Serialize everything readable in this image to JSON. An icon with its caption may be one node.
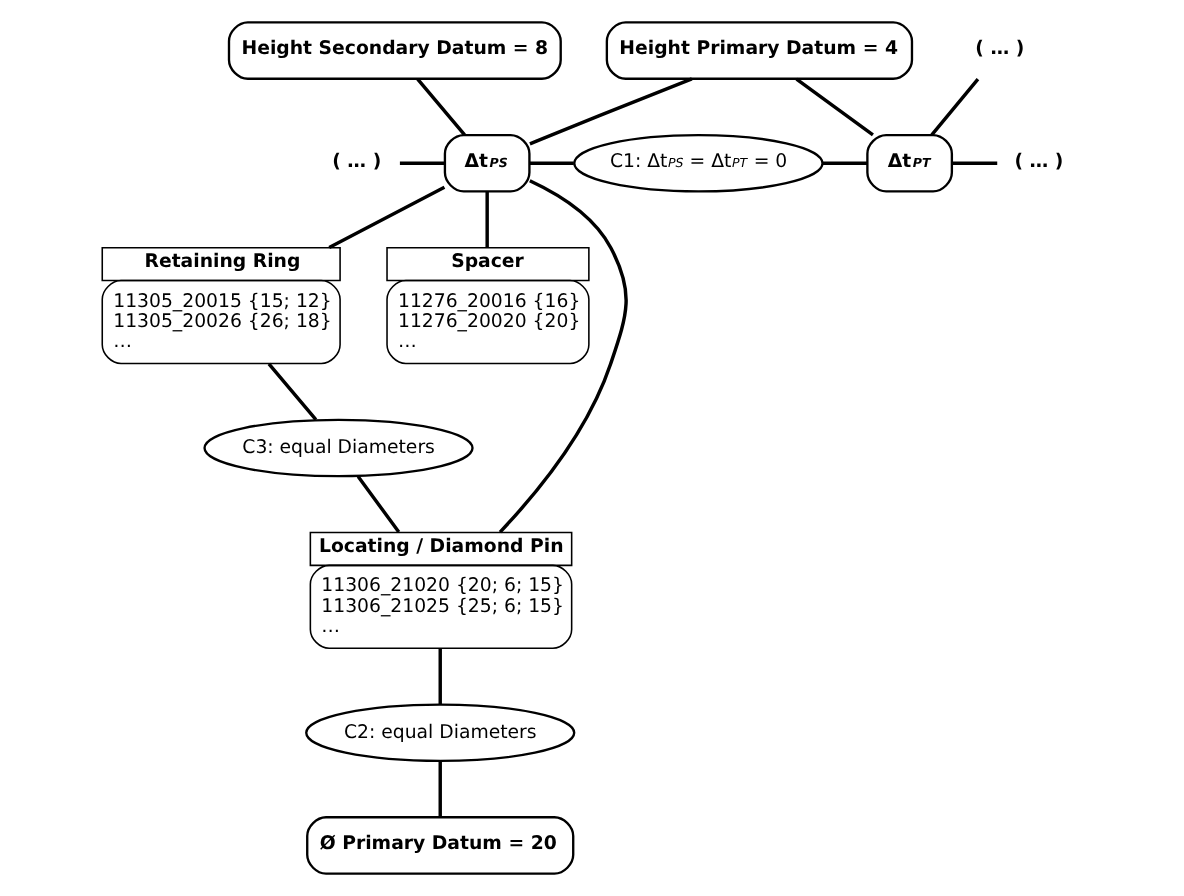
{
  "diagram": {
    "nodes": [
      {
        "text": [
          "Height Secondary Datum = 8"
        ]
      },
      {
        "text": [
          "Height Primary Datum = 4"
        ]
      },
      {
        "text": [
          "( … )"
        ]
      },
      {
        "text": [
          "( … )"
        ]
      },
      {
        "text": [
          "Δt$_{PS}$"
        ]
      },
      {
        "text": [
          "C1: Δt$_{PS}$ = Δt$_{PT}$ = 0"
        ]
      },
      {
        "text": [
          "Δt$_{PT}$"
        ]
      },
      {
        "text": [
          "( … )"
        ]
      },
      {
        "text": [
          "Retaining Ring",
          "11305_20015 {15; 12}",
          "11305_20026 {26; 18}",
          "…"
        ]
      },
      {
        "text": [
          "Spacer",
          "11276_20016 {16}",
          "11276_20020 {20}",
          "…"
        ]
      },
      {
        "text": [
          "Locating / Diamond Pin",
          "11306_21020 {20; 6; 15}",
          "11306_21025 {25; 6; 15}",
          "…"
        ]
      },
      {
        "text": [
          "C3: equal Diameters"
        ]
      },
      {
        "text": [
          "C2: equal Diameters"
        ]
      },
      {
        "text": [
          "Ø Primary Datum = 20"
        ]
      }
    ],
    "edges": [
      {
        "from": 0,
        "to": 4,
        "arrow": "none"
      },
      {
        "from": 1,
        "to": 4,
        "arrow": "none"
      },
      {
        "from": 1,
        "to": 6,
        "arrow": "none"
      },
      {
        "from": 2,
        "to": 6,
        "arrow": "none"
      },
      {
        "from": 3,
        "to": 4,
        "arrow": "none"
      },
      {
        "from": 4,
        "to": 5,
        "arrow": "none"
      },
      {
        "from": 5,
        "to": 6,
        "arrow": "none"
      },
      {
        "from": 6,
        "to": 7,
        "arrow": "none"
      },
      {
        "from": 4,
        "to": 8,
        "arrow": "none"
      },
      {
        "from": 4,
        "to": 10,
        "arrow": "none"
      },
      {
        "from": 4,
        "to": 9,
        "arrow": "none"
      },
      {
        "from": 8,
        "to": 11,
        "arrow": "none"
      },
      {
        "from": 11,
        "to": 10,
        "arrow": "none"
      },
      {
        "from": 10,
        "to": 12,
        "arrow": "none"
      },
      {
        "from": 12,
        "to": 13,
        "arrow": "none"
      }
    ]
  }
}
